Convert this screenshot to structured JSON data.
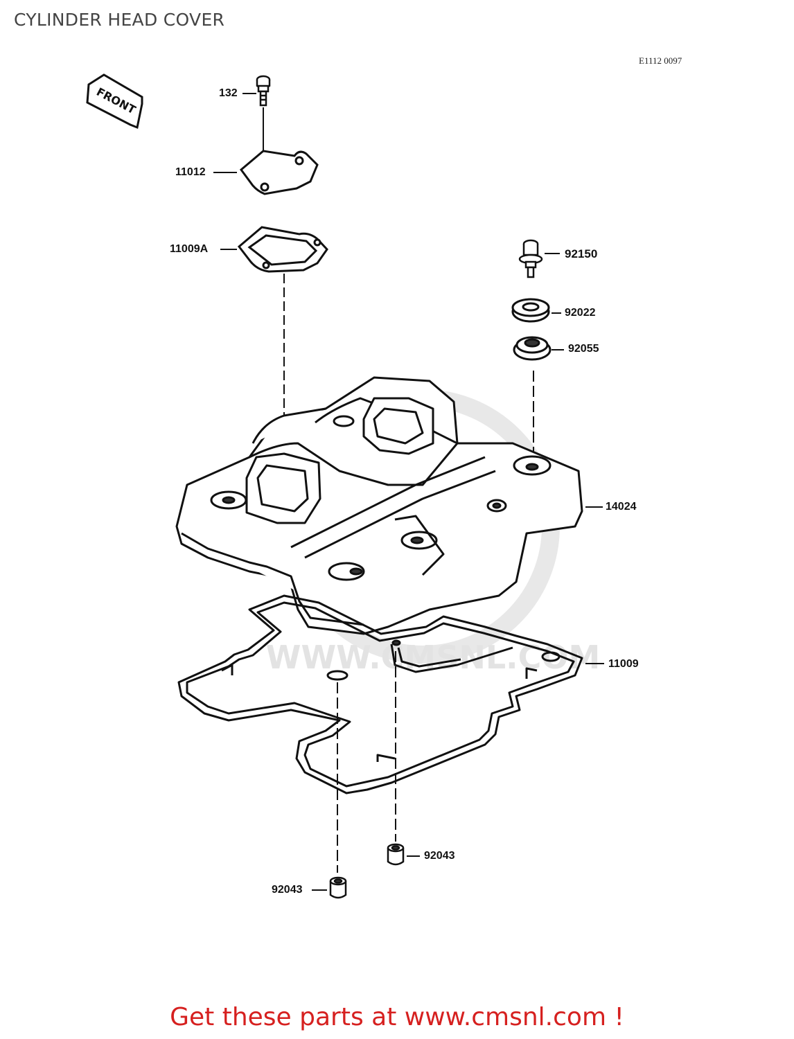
{
  "header": {
    "title": "CYLINDER HEAD COVER",
    "ref_code": "E1112 0097"
  },
  "front_arrow": {
    "label": "FRONT"
  },
  "watermark": {
    "text": "WWW.CMSNL.COM"
  },
  "parts": [
    {
      "number": "132",
      "name": "bolt"
    },
    {
      "number": "11012",
      "name": "breather-cover"
    },
    {
      "number": "11009A",
      "name": "breather-gasket"
    },
    {
      "number": "92150",
      "name": "cover-bolt"
    },
    {
      "number": "92022",
      "name": "washer"
    },
    {
      "number": "92055",
      "name": "grommet"
    },
    {
      "number": "14024",
      "name": "cylinder-head-cover"
    },
    {
      "number": "11009",
      "name": "head-cover-gasket"
    },
    {
      "number": "92043",
      "name": "dowel-pin-right"
    },
    {
      "number": "92043",
      "name": "dowel-pin-left"
    }
  ],
  "footer": {
    "link_text": "Get these parts at www.cmsnl.com !"
  },
  "colors": {
    "footer": "#d6201f",
    "lines": "#111111",
    "watermark": "#e6e6e6"
  }
}
